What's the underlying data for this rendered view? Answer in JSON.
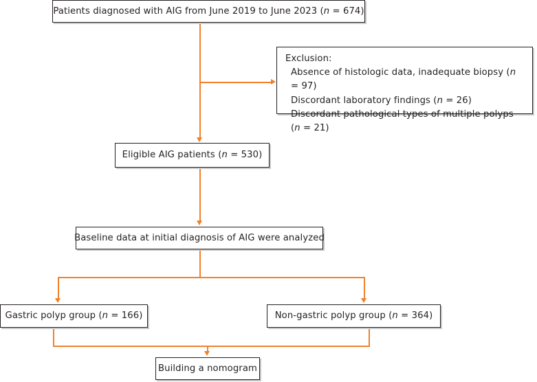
{
  "diagram": {
    "type": "patient-flow-consort",
    "accent_color": "#f0802a",
    "box_border_color": "#231f20",
    "background": "#ffffff",
    "nodes": {
      "enrolled": {
        "text_before": "Patients diagnosed with AIG from June 2019 to June 2023 (",
        "var": "n",
        "text_after": " = 674)"
      },
      "exclusion": {
        "heading": "Exclusion:",
        "items": [
          {
            "text_before": "Absence of histologic data, inadequate biopsy (",
            "var": "n",
            "text_after": " = 97)"
          },
          {
            "text_before": "Discordant laboratory findings (",
            "var": "n",
            "text_after": " = 26)"
          },
          {
            "text_before": "Discordant pathological types of multiple polyps (",
            "var": "n",
            "text_after": " = 21)"
          }
        ]
      },
      "eligible": {
        "text_before": "Eligible AIG patients (",
        "var": "n",
        "text_after": " = 530)"
      },
      "baseline": {
        "text_before": "Baseline data at initial diagnosis of AIG were analyzed",
        "var": "",
        "text_after": ""
      },
      "gastric_group": {
        "text_before": "Gastric polyp group (",
        "var": "n",
        "text_after": " = 166)"
      },
      "nongastric_group": {
        "text_before": "Non-gastric polyp group (",
        "var": "n",
        "text_after": " = 364)"
      },
      "nomogram": {
        "text_before": "Building a nomogram",
        "var": "",
        "text_after": ""
      }
    },
    "counts": {
      "enrolled": 674,
      "excluded_histologic": 97,
      "excluded_laboratory": 26,
      "excluded_pathological": 21,
      "eligible": 530,
      "gastric_polyp": 166,
      "non_gastric_polyp": 364
    }
  }
}
